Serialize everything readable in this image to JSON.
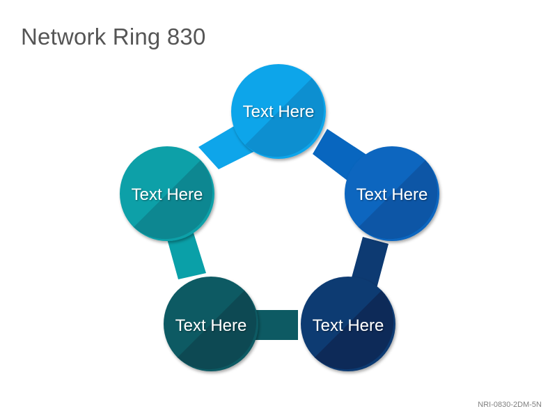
{
  "title": "Network Ring 830",
  "code": "NRI-0830-2DM-5N",
  "nodes": [
    {
      "label": "Text Here",
      "color": "#0ea5ea",
      "shade": "#0b8fd0"
    },
    {
      "label": "Text Here",
      "color": "#0866bf",
      "shade": "#0756a6"
    },
    {
      "label": "Text Here",
      "color": "#0d3a72",
      "shade": "#0a2c59"
    },
    {
      "label": "Text Here",
      "color": "#0d5a63",
      "shade": "#094a52"
    },
    {
      "label": "Text Here",
      "color": "#0aa0a8",
      "shade": "#0a8791"
    }
  ]
}
